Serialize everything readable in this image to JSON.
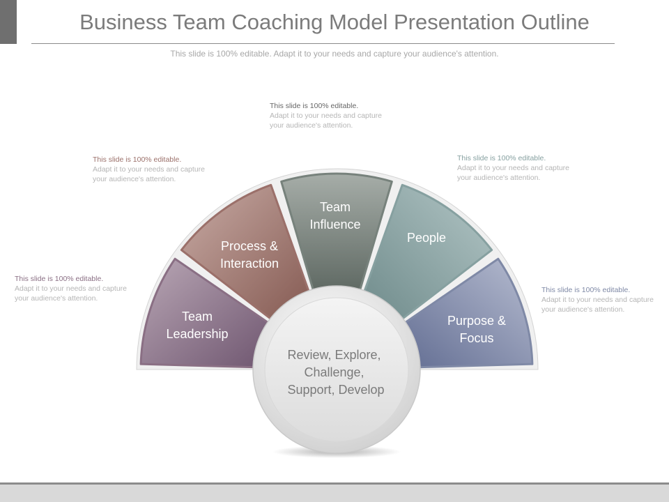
{
  "slide": {
    "title": "Business Team Coaching Model Presentation Outline",
    "subtitle": "This slide is 100% editable. Adapt it to your needs and capture your audience's attention."
  },
  "diagram": {
    "segments": [
      {
        "label_lines": [
          "Team",
          "Leadership"
        ],
        "color": "#8a6f84"
      },
      {
        "label_lines": [
          "Process &",
          "Interaction"
        ],
        "color": "#9b706a"
      },
      {
        "label_lines": [
          "Team",
          "Influence"
        ],
        "color": "#77827c"
      },
      {
        "label_lines": [
          "People"
        ],
        "color": "#86a0a0"
      },
      {
        "label_lines": [
          "Purpose &",
          "Focus"
        ],
        "color": "#7f89a6"
      }
    ],
    "center_lines": [
      "Review, Explore,",
      "Challenge,",
      "Support,  Develop"
    ]
  },
  "notes": [
    {
      "lead": "This slide is 100% editable.",
      "rest": "Adapt it to your needs and capture your audience's attention.",
      "lead_color": "#8a6f84"
    },
    {
      "lead": "This slide is 100% editable.",
      "rest": "Adapt it to your needs and capture your audience's attention.",
      "lead_color": "#9b706a"
    },
    {
      "lead": "This slide is 100% editable.",
      "rest": "Adapt it to your needs and capture your audience's attention.",
      "lead_color": "#666666"
    },
    {
      "lead": "This slide is 100% editable.",
      "rest": "Adapt it to your needs and capture your audience's attention.",
      "lead_color": "#86a0a0"
    },
    {
      "lead": "This slide is 100% editable.",
      "rest": "Adapt it to your needs and capture your audience's attention.",
      "lead_color": "#7f89a6"
    }
  ]
}
